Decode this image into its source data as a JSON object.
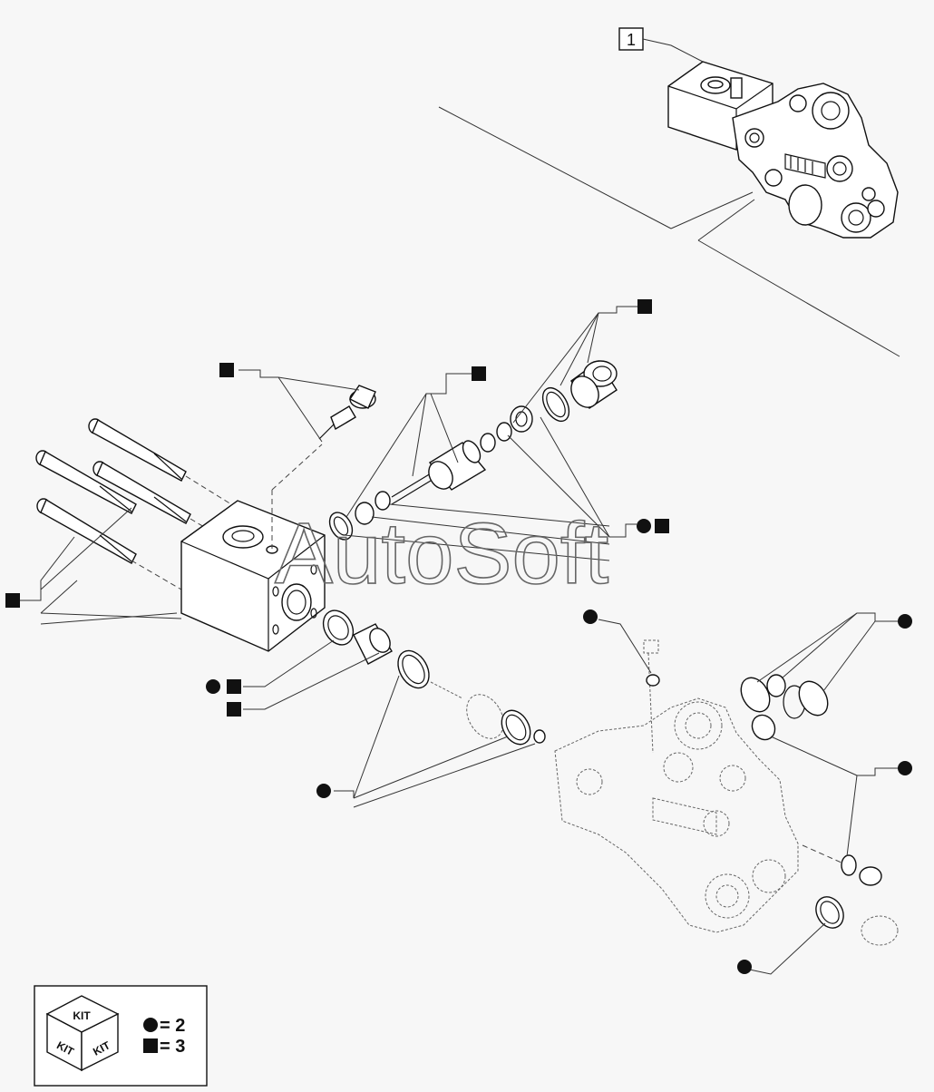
{
  "callouts": {
    "assembly_ref": "1"
  },
  "watermark": "AutoSoft",
  "kit_legend": {
    "cube_label": "KIT",
    "circle_count": "= 2",
    "square_count": "= 3"
  },
  "colors": {
    "ink": "#111111",
    "background": "#f7f7f7"
  }
}
